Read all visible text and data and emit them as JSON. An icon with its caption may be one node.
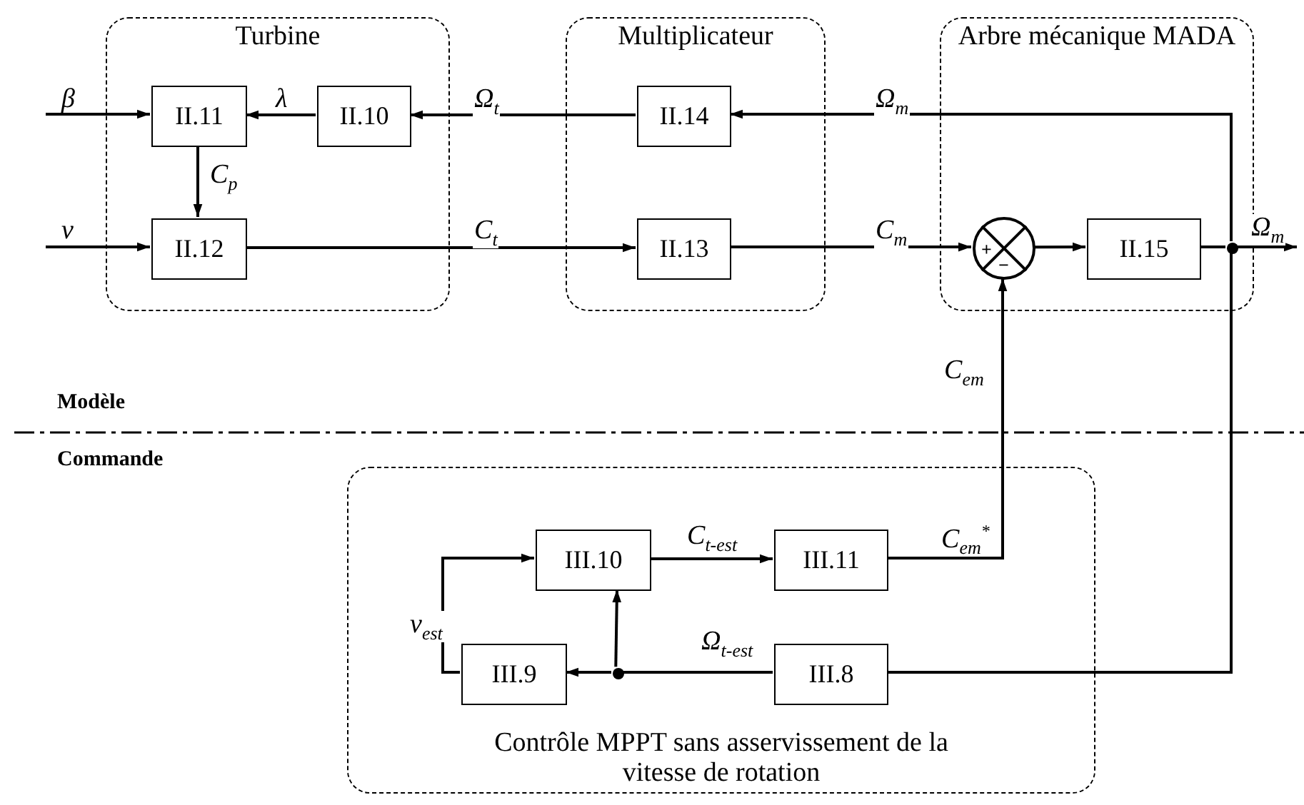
{
  "diagram": {
    "nodes": [
      {
        "text": [
          "Turbine"
        ]
      },
      {
        "text": [
          "II.11"
        ],
        "in": 0
      },
      {
        "text": [
          "II.10"
        ],
        "in": 0
      },
      {
        "text": [
          "II.12"
        ],
        "in": 0
      },
      {
        "text": [
          "Multiplicateur"
        ]
      },
      {
        "text": [
          "II.14"
        ],
        "in": 4
      },
      {
        "text": [
          "II.13"
        ],
        "in": 4
      },
      {
        "text": [
          "Arbre mécanique MADA"
        ]
      },
      {
        "text": [
          "+",
          "−"
        ],
        "in": 7
      },
      {
        "text": [
          "II.15"
        ],
        "in": 7
      },
      {
        "text": [],
        "shape": "dot",
        "in": 7
      },
      {
        "text": [
          "Contrôle MPPT sans asservissement de la vitesse de rotation"
        ]
      },
      {
        "text": [
          "III.10"
        ],
        "in": 11
      },
      {
        "text": [
          "III.11"
        ],
        "in": 11
      },
      {
        "text": [
          "III.9"
        ],
        "in": 11
      },
      {
        "text": [
          "III.8"
        ],
        "in": 11
      },
      {
        "text": [],
        "shape": "dot",
        "in": 11
      }
    ],
    "edges": [
      {
        "from": null,
        "to": 1,
        "arrow": "to",
        "label": "β"
      },
      {
        "from": null,
        "to": 3,
        "arrow": "to",
        "label": "v"
      },
      {
        "from": 2,
        "to": 1,
        "arrow": "to",
        "label": "λ"
      },
      {
        "from": 1,
        "to": 3,
        "arrow": "to",
        "label": "C$_{p}$"
      },
      {
        "from": 5,
        "to": 2,
        "arrow": "to",
        "label": "Ω$_{t}$"
      },
      {
        "from": 3,
        "to": 6,
        "arrow": "to",
        "label": "C$_{t}$"
      },
      {
        "from": 6,
        "to": 8,
        "arrow": "to",
        "label": "C$_{m}$"
      },
      {
        "from": 8,
        "to": 9,
        "arrow": "to"
      },
      {
        "from": 9,
        "to": 10,
        "arrow": "none"
      },
      {
        "from": 10,
        "to": null,
        "arrow": "to",
        "label": "Ω$_{m}$"
      },
      {
        "from": 10,
        "to": 5,
        "arrow": "to",
        "label": "Ω$_{m}$"
      },
      {
        "from": 10,
        "to": 15,
        "arrow": "none"
      },
      {
        "from": 15,
        "to": 16,
        "arrow": "none",
        "label": "Ω$_{t-est}$"
      },
      {
        "from": 16,
        "to": 14,
        "arrow": "to"
      },
      {
        "from": 16,
        "to": 12,
        "arrow": "to"
      },
      {
        "from": 14,
        "to": 12,
        "arrow": "to",
        "label": "v$_{est}$"
      },
      {
        "from": 12,
        "to": 13,
        "arrow": "to",
        "label": "C$_{t-est}$"
      },
      {
        "from": 13,
        "to": 8,
        "arrow": "to",
        "label": "C$_{em}$$^{*}$"
      }
    ],
    "labels": [
      "C$_{em}$",
      "Modèle",
      "Commande"
    ]
  }
}
